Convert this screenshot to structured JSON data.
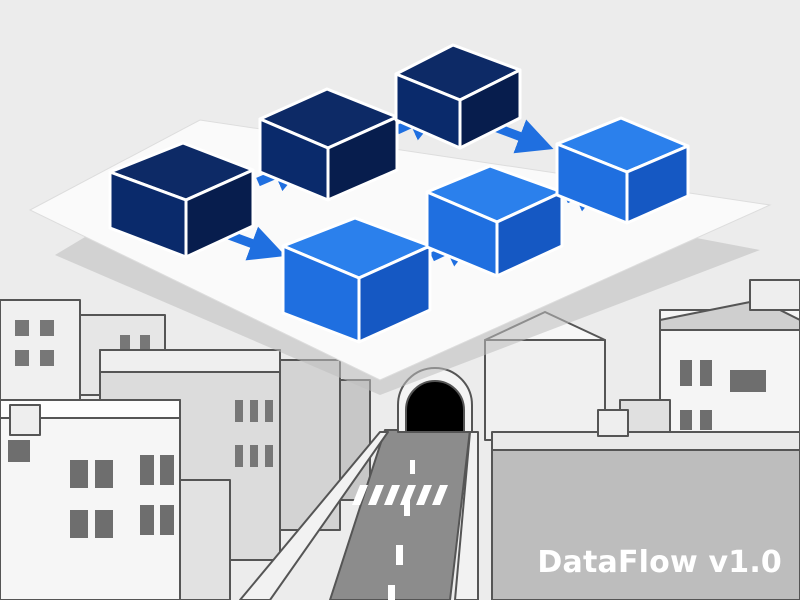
{
  "title": "DataFlow v1.0",
  "colors": {
    "background": "#ececec",
    "platform": "#fafafa",
    "node_dark_top": "#0d2a66",
    "node_dark_front": "#0a2a6b",
    "node_dark_side": "#071d4d",
    "node_light_top": "#2b80ec",
    "node_light_front": "#1f6fe0",
    "node_light_side": "#1558c3",
    "arrow": "#1f6fe0",
    "city_wall": "#f4f4f4",
    "city_shadow": "#c9c9c9",
    "city_line": "#555555",
    "road": "#8c8c8c",
    "tunnel": "#000000"
  },
  "diagram": {
    "nodes": [
      {
        "id": "n1",
        "tone": "dark"
      },
      {
        "id": "n2",
        "tone": "dark"
      },
      {
        "id": "n3",
        "tone": "dark"
      },
      {
        "id": "n4",
        "tone": "light"
      },
      {
        "id": "n5",
        "tone": "light"
      },
      {
        "id": "n6",
        "tone": "light"
      }
    ],
    "edges": [
      {
        "from": "n1",
        "to": "n2"
      },
      {
        "from": "n2",
        "to": "n3"
      },
      {
        "from": "n3",
        "to": "n6"
      },
      {
        "from": "n1",
        "to": "n4"
      },
      {
        "from": "n4",
        "to": "n5"
      },
      {
        "from": "n5",
        "to": "n6"
      }
    ]
  }
}
